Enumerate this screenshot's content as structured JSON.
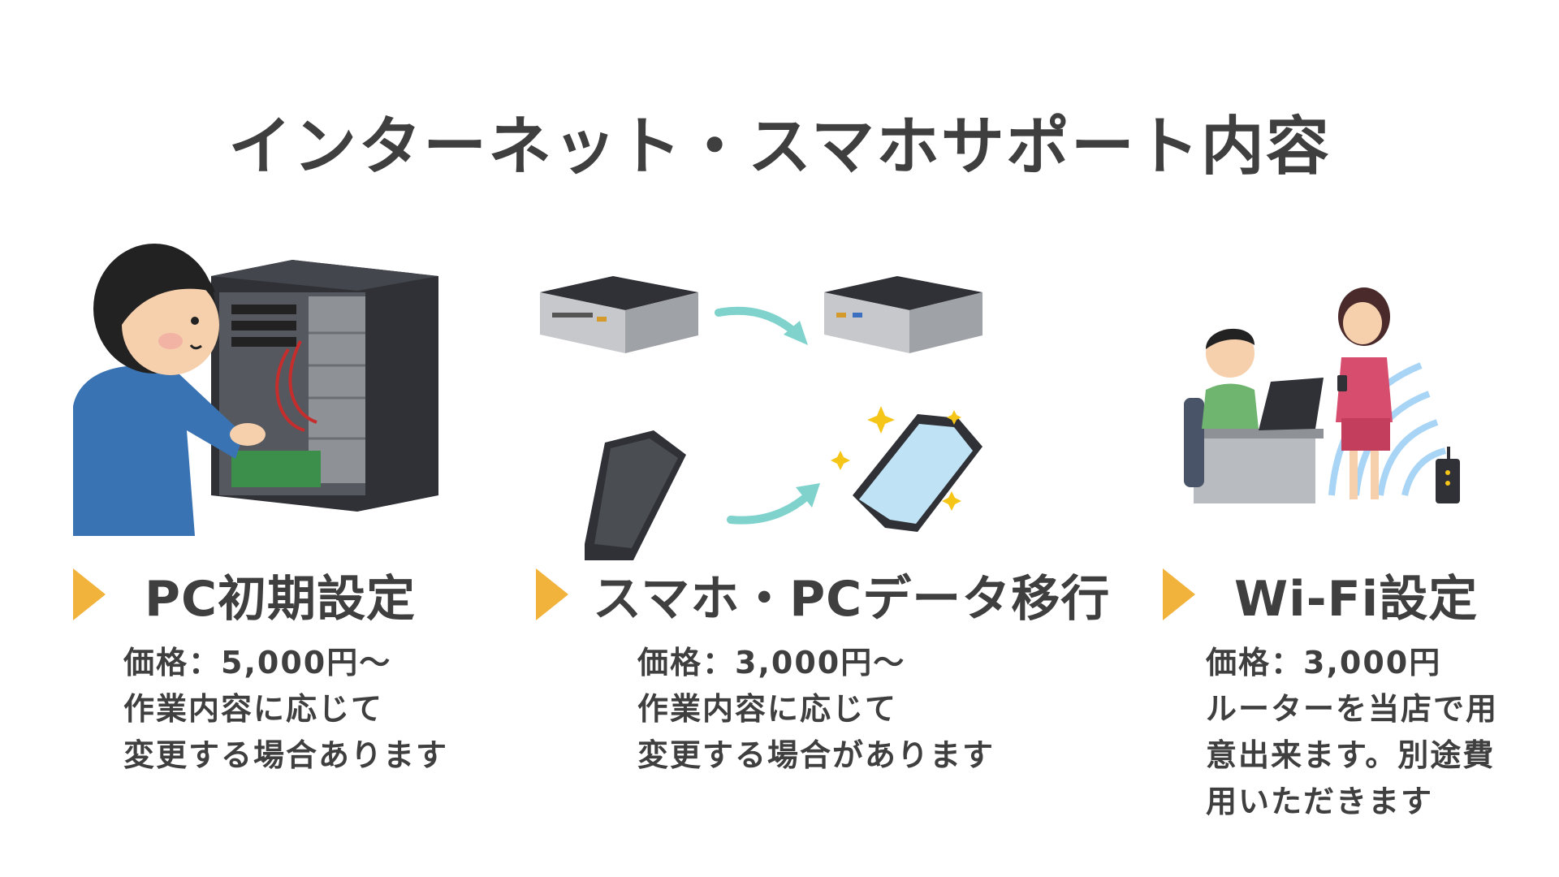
{
  "page": {
    "title": "インターネット・スマホサポート内容"
  },
  "colors": {
    "text": "#3f3f3f",
    "bullet": "#f2b33d",
    "arrow": "#7fd3cc",
    "shirt": "#3a73b3",
    "case": "#2f3136",
    "router_signal": "#a8d4f5"
  },
  "services": [
    {
      "title": "PC初期設定",
      "lines": [
        "価格：5,000円～",
        "作業内容に応じて",
        "変更する場合あります"
      ],
      "illustration": "pc-repair-illustration"
    },
    {
      "title": "スマホ・PCデータ移行",
      "lines": [
        "価格：3,000円～",
        "作業内容に応じて",
        "変更する場合があります"
      ],
      "illustration": "data-transfer-illustration"
    },
    {
      "title": "Wi-Fi設定",
      "lines": [
        "価格：3,000円",
        "ルーターを当店で用",
        "意出来ます。別途費",
        "用いただきます"
      ],
      "illustration": "wifi-setup-illustration"
    }
  ]
}
